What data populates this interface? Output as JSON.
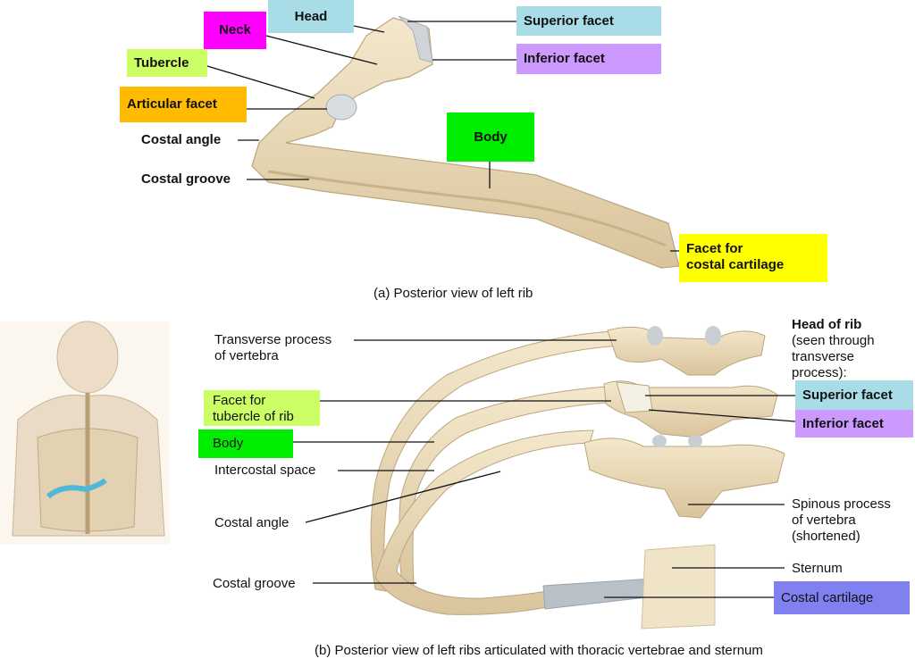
{
  "panel_a": {
    "caption": "(a) Posterior view of left rib",
    "labels": {
      "head": "Head",
      "neck": "Neck",
      "tubercle": "Tubercle",
      "articular_facet": "Articular facet",
      "costal_angle": "Costal angle",
      "costal_groove": "Costal groove",
      "body": "Body",
      "superior_facet": "Superior facet",
      "inferior_facet": "Inferior facet",
      "facet_costal_cartilage_1": "Facet for",
      "facet_costal_cartilage_2": "costal cartilage"
    }
  },
  "panel_b": {
    "caption": "(b) Posterior view of left ribs articulated with thoracic vertebrae and sternum",
    "labels": {
      "transverse_process_1": "Transverse process",
      "transverse_process_2": "of vertebra",
      "facet_tubercle_1": "Facet for",
      "facet_tubercle_2": "tubercle of rib",
      "body": "Body",
      "intercostal_space": "Intercostal space",
      "costal_angle": "Costal angle",
      "costal_groove": "Costal groove",
      "head_of_rib_title": "Head of rib",
      "head_of_rib_note_1": "(seen through",
      "head_of_rib_note_2": "transverse",
      "head_of_rib_note_3": "process):",
      "superior_facet": "Superior facet",
      "inferior_facet": "Inferior facet",
      "spinous_1": "Spinous process",
      "spinous_2": "of vertebra",
      "spinous_3": "(shortened)",
      "sternum": "Sternum",
      "costal_cartilage": "Costal cartilage"
    }
  },
  "colors": {
    "cyan": "#a8dde8",
    "magenta": "#ff00ff",
    "lime": "#ccff66",
    "orange": "#ffbb00",
    "green": "#00ee00",
    "lavender": "#cc99ff",
    "yellow": "#ffff00",
    "blue": "#8080f0",
    "bone": "#ecdcb8",
    "bone_dark": "#cdb78f",
    "cartilage": "#b8c0c8"
  }
}
